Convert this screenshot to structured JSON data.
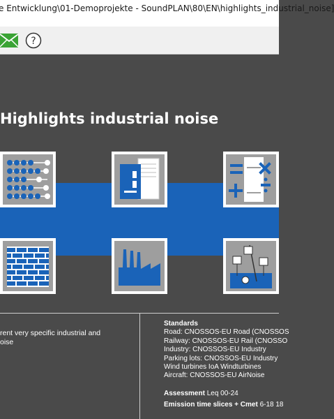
{
  "window": {
    "title": "e Entwicklung\\01-Demoprojekte - SoundPLAN\\80\\EN\\highlights_industrial_noise]"
  },
  "toolbar": {
    "mail_icon": "mail-icon",
    "help_icon": "help-icon"
  },
  "page": {
    "title": "Highlights industrial noise"
  },
  "colors": {
    "background": "#4a4a4a",
    "band": "#1a63b8",
    "icon_blue": "#1a63b8",
    "tile_gray": "#9e9e9e"
  },
  "tiles": [
    {
      "name": "sliders-icon"
    },
    {
      "name": "document-icon"
    },
    {
      "name": "calculator-icon"
    },
    {
      "name": "brick-wall-icon"
    },
    {
      "name": "factory-icon"
    },
    {
      "name": "map-icon"
    }
  ],
  "description": {
    "line1": "rent very specific industrial and",
    "line2": "oise"
  },
  "standards": {
    "heading": "Standards",
    "rows": [
      "Road: CNOSSOS-EU Road (CNOSSOS",
      "Railway: CNOSSOS-EU Rail (CNOSSO",
      "Industry: CNOSSOS-EU Industry",
      "Parking lots: CNOSSOS-EU Industry",
      "Wind turbines IoA Windturbines",
      "Aircraft: CNOSSOS-EU AirNoise"
    ],
    "assessment_label": "Assessment",
    "assessment_value": "Leq 00-24",
    "emission_label": "Emission time slices + Cmet",
    "emission_value": "6-18  18"
  }
}
